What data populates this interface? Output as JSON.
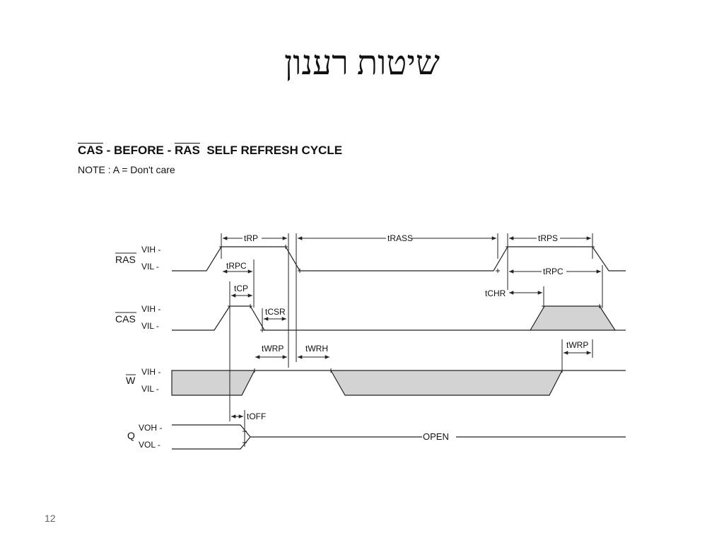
{
  "slide": {
    "title": "שיטות רענון",
    "page_number": "12"
  },
  "diagram": {
    "heading_parts": [
      {
        "text": "CAS",
        "overline": true
      },
      {
        "text": " - BEFORE - ",
        "overline": false
      },
      {
        "text": "RAS",
        "overline": true
      },
      {
        "text": "  SELF REFRESH CYCLE",
        "overline": false
      }
    ],
    "note": "NOTE : A = Don't care",
    "signals": {
      "ras": {
        "name": "RAS",
        "overline": true
      },
      "cas": {
        "name": "CAS",
        "overline": true
      },
      "w": {
        "name": "W",
        "overline": true
      },
      "q": {
        "name": "Q",
        "overline": false
      }
    },
    "levels": {
      "vih": "VIH -",
      "vil": "VIL -",
      "voh": "VOH -",
      "vol": "VOL -"
    },
    "timings": {
      "trp": "tRP",
      "trpc": "tRPC",
      "trass": "tRASS",
      "trps": "tRPS",
      "tcp": "tCP",
      "tcsr": "tCSR",
      "tchr": "tCHR",
      "twrp": "tWRP",
      "twrh": "tWRH",
      "toff": "tOFF"
    },
    "open_label": "OPEN"
  }
}
